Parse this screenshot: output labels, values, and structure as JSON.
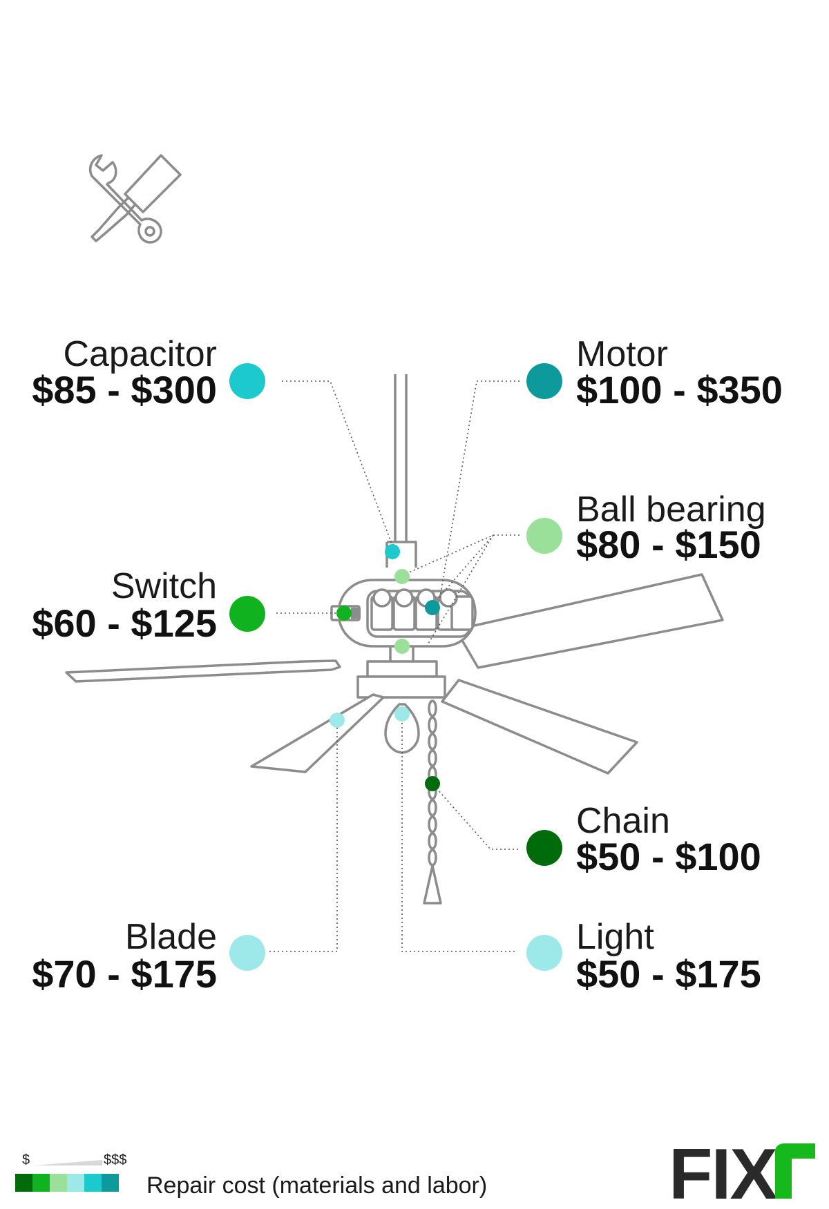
{
  "colors": {
    "capacitor": "#1cc9cc",
    "motor": "#0e9a9c",
    "ball_bearing": "#9be09a",
    "switch": "#10b31f",
    "chain": "#006b0a",
    "blade": "#9de8e8",
    "light": "#9de8e8",
    "line": "#8c8c8c",
    "brand_accent": "#16b81c"
  },
  "icons": [
    "tools-icon",
    "fixr-logo"
  ],
  "parts": {
    "capacitor": {
      "name": "Capacitor",
      "price": "$85 - $300"
    },
    "switch": {
      "name": "Switch",
      "price": "$60 - $125"
    },
    "blade": {
      "name": "Blade",
      "price": "$70 - $175"
    },
    "motor": {
      "name": "Motor",
      "price": "$100 - $350"
    },
    "ball_bearing": {
      "name": "Ball bearing",
      "price": "$80 - $150"
    },
    "chain": {
      "name": "Chain",
      "price": "$50 - $100"
    },
    "light": {
      "name": "Light",
      "price": "$50 - $175"
    }
  },
  "legend": {
    "low": "$",
    "high": "$$$",
    "caption": "Repair cost (materials and labor)",
    "scale_colors": [
      "#006b0a",
      "#10b31f",
      "#9be09a",
      "#9de8e8",
      "#1cc9cc",
      "#0e9a9c"
    ]
  },
  "brand": {
    "text": "FIXr"
  }
}
